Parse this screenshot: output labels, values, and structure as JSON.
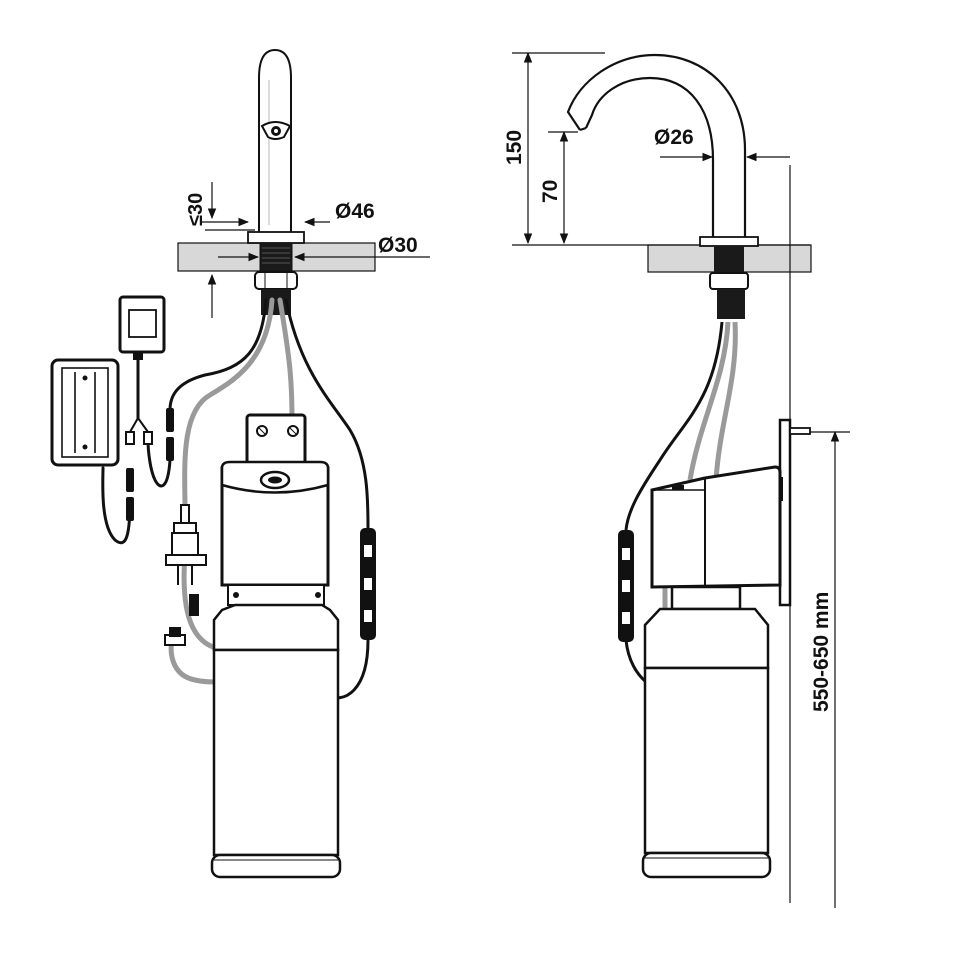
{
  "dimensions": {
    "height_max_30": "≤30",
    "diameter_46": "Ø46",
    "diameter_30": "Ø30",
    "height_150": "150",
    "height_70": "70",
    "diameter_26": "Ø26",
    "mount_height": "550-650 mm"
  },
  "colors": {
    "line": "#111111",
    "hose_grey": "#9a9a9a",
    "counter_fill": "#d8d8d8"
  }
}
